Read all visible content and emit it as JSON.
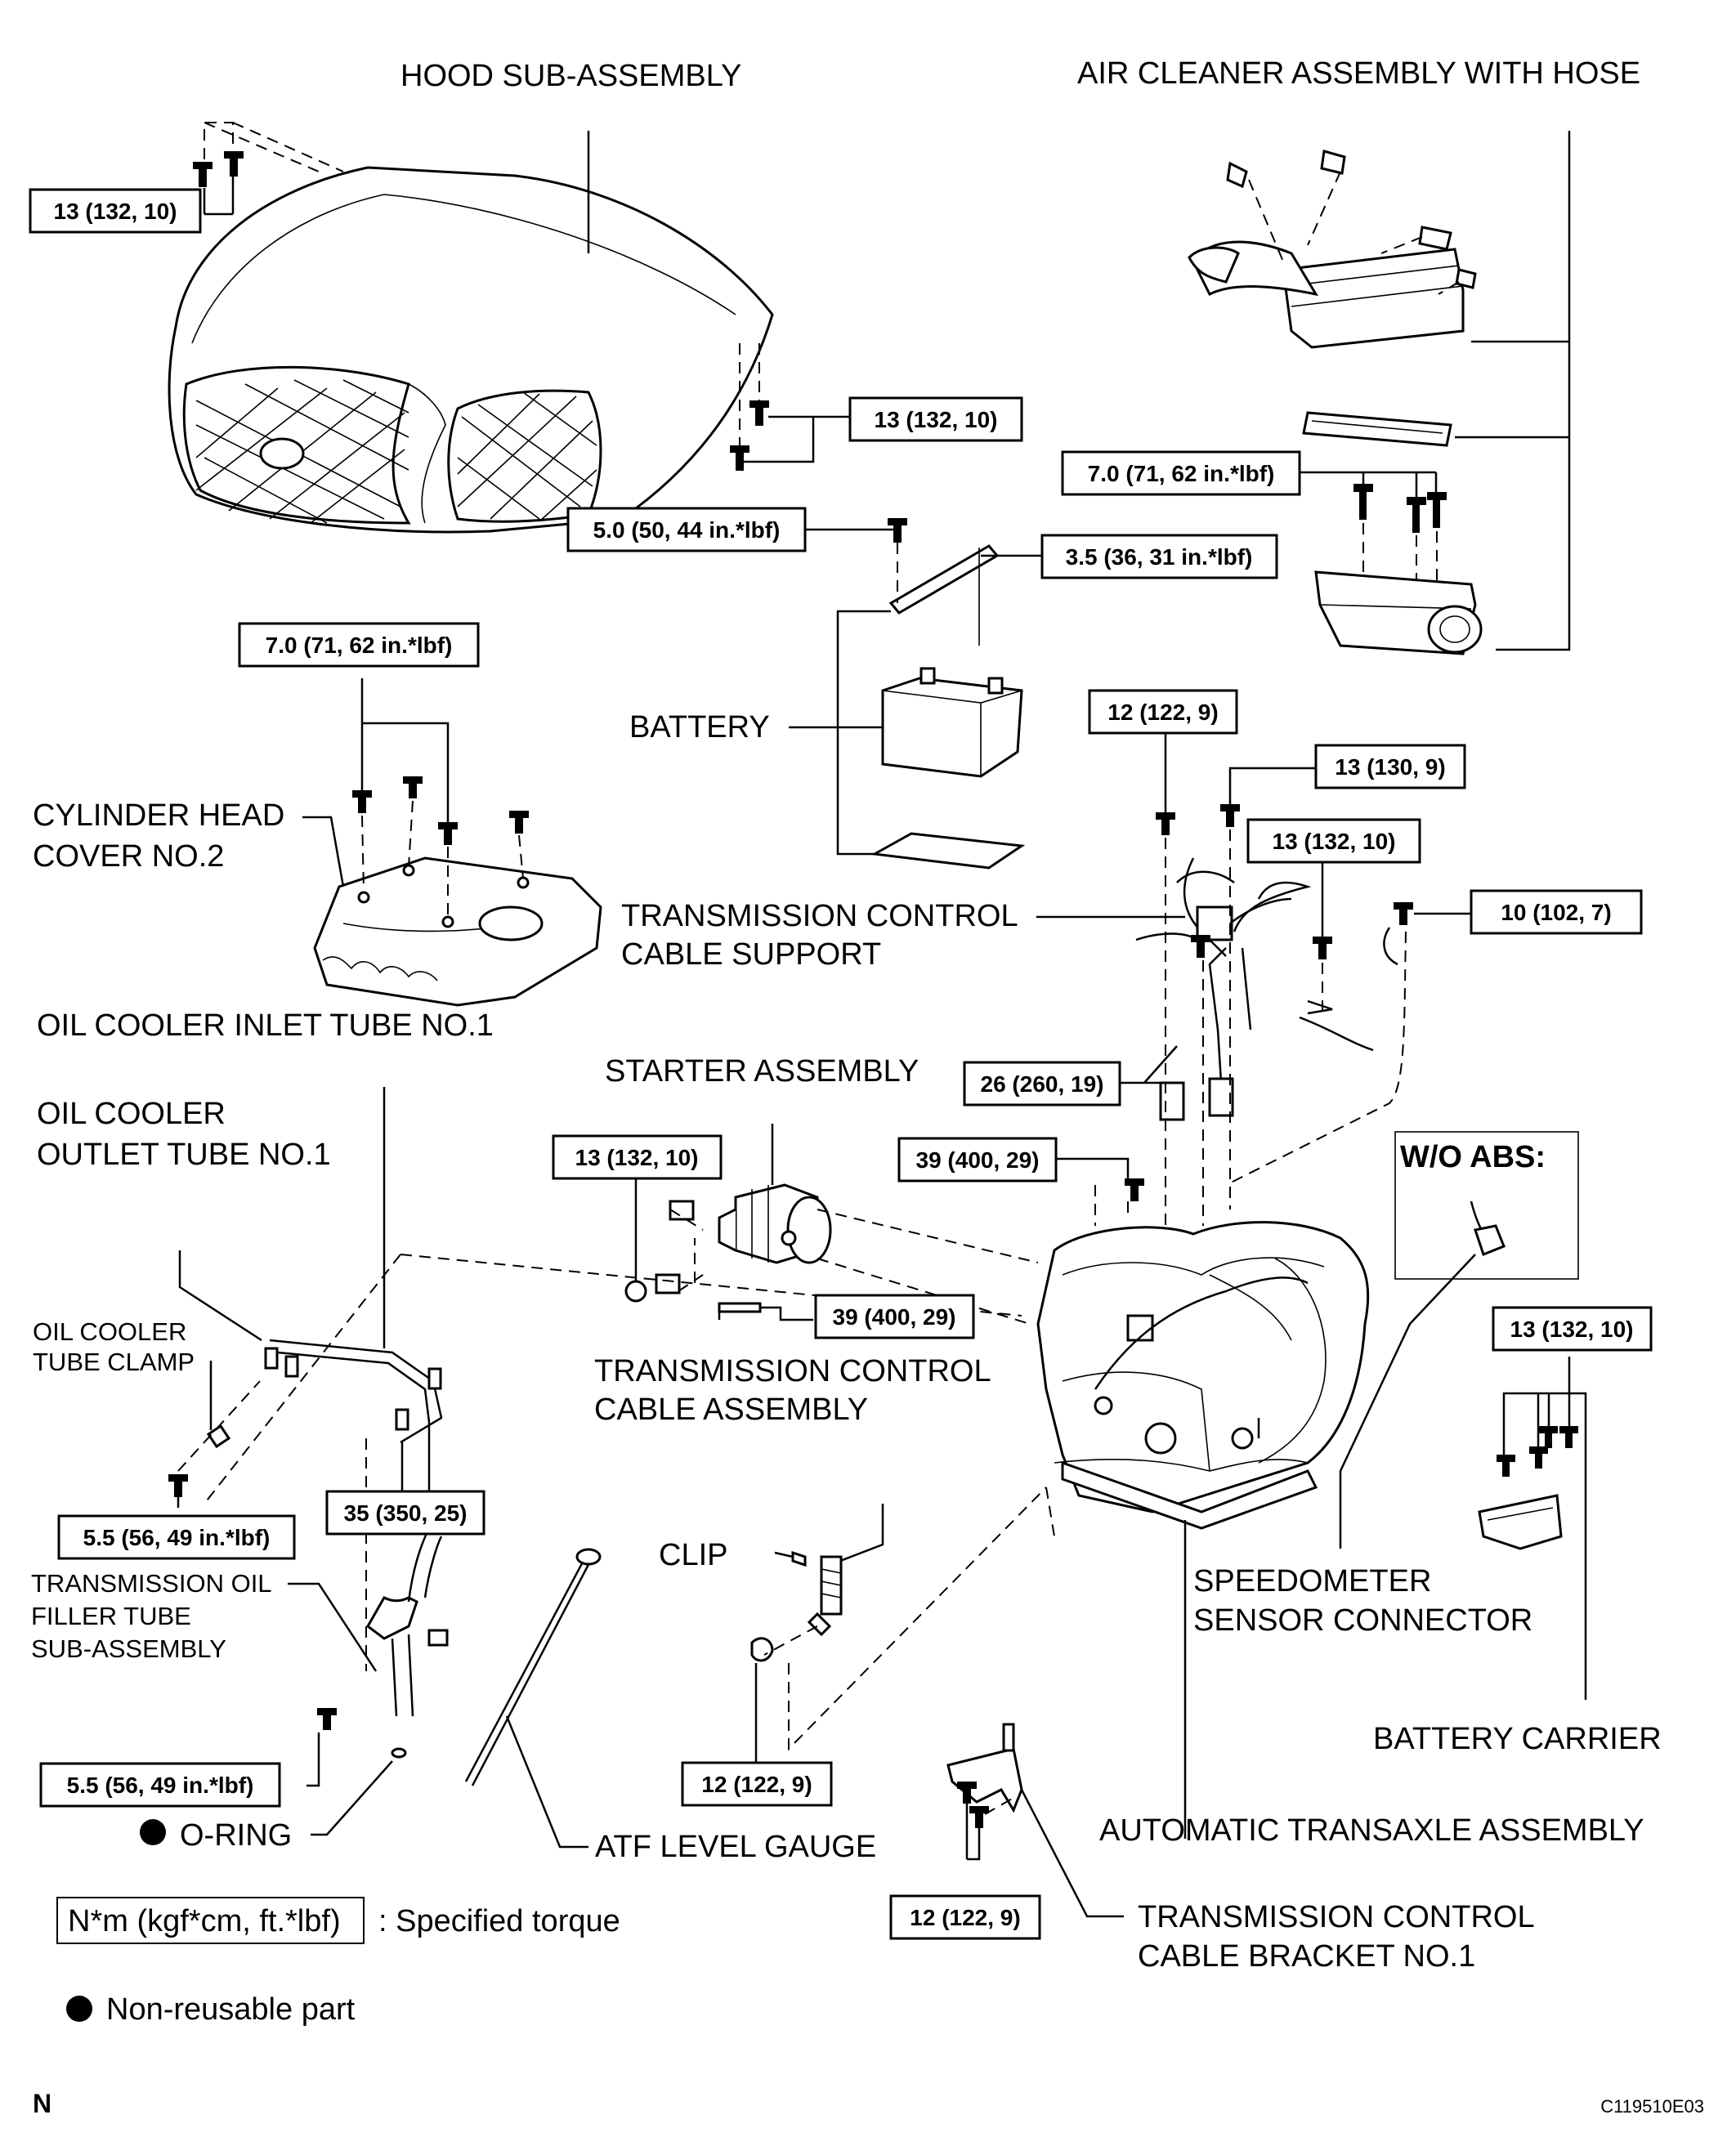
{
  "labels": {
    "hood": "HOOD SUB-ASSEMBLY",
    "air_cleaner": "AIR CLEANER ASSEMBLY WITH HOSE",
    "battery": "BATTERY",
    "cyl_head_1": "CYLINDER HEAD",
    "cyl_head_2": "COVER NO.2",
    "tcc_support_1": "TRANSMISSION CONTROL",
    "tcc_support_2": "CABLE SUPPORT",
    "oil_inlet": "OIL COOLER INLET TUBE NO.1",
    "starter": "STARTER ASSEMBLY",
    "oil_outlet_1": "OIL COOLER",
    "oil_outlet_2": "OUTLET TUBE NO.1",
    "wo_abs": "W/O ABS:",
    "tube_clamp_1": "OIL COOLER",
    "tube_clamp_2": "TUBE CLAMP",
    "tcc_assy_1": "TRANSMISSION CONTROL",
    "tcc_assy_2": "CABLE ASSEMBLY",
    "clip": "CLIP",
    "speedo_1": "SPEEDOMETER",
    "speedo_2": "SENSOR CONNECTOR",
    "filler_1": "TRANSMISSION OIL",
    "filler_2": "FILLER TUBE",
    "filler_3": "SUB-ASSEMBLY",
    "battery_carrier": "BATTERY CARRIER",
    "oring": "O-RING",
    "atf_gauge": "ATF LEVEL GAUGE",
    "auto_transaxle": "AUTOMATIC TRANSAXLE ASSEMBLY",
    "tcc_bracket_1": "TRANSMISSION CONTROL",
    "tcc_bracket_2": "CABLE BRACKET NO.1"
  },
  "torques": {
    "t_hood_top": "13 (132, 10)",
    "t_hood_right": "13 (132, 10)",
    "t_air_filter": "7.0 (71, 62 in.*lbf)",
    "t_batt_left": "5.0 (50, 44 in.*lbf)",
    "t_batt_right": "3.5 (36, 31 in.*lbf)",
    "t_cyl_head": "7.0 (71, 62 in.*lbf)",
    "t_tcc_a": "12 (122, 9)",
    "t_tcc_b": "13 (130, 9)",
    "t_tcc_c": "13 (132, 10)",
    "t_tcc_d": "10 (102, 7)",
    "t_26": "26 (260, 19)",
    "t_starter_left": "13 (132, 10)",
    "t_starter_top": "39 (400, 29)",
    "t_starter_bottom": "39 (400, 29)",
    "t_carrier": "13 (132, 10)",
    "t_clamp": "5.5 (56, 49 in.*lbf)",
    "t_tube": "35 (350, 25)",
    "t_filler": "5.5 (56, 49 in.*lbf)",
    "t_clip": "12 (122, 9)",
    "t_bracket": "12 (122, 9)"
  },
  "legend": {
    "torque_key": "N*m (kgf*cm, ft.*lbf)",
    "torque_desc": ": Specified torque",
    "nonreusable": "Non-reusable part"
  },
  "footer": {
    "left_mark": "N",
    "figure_code": "C119510E03"
  }
}
